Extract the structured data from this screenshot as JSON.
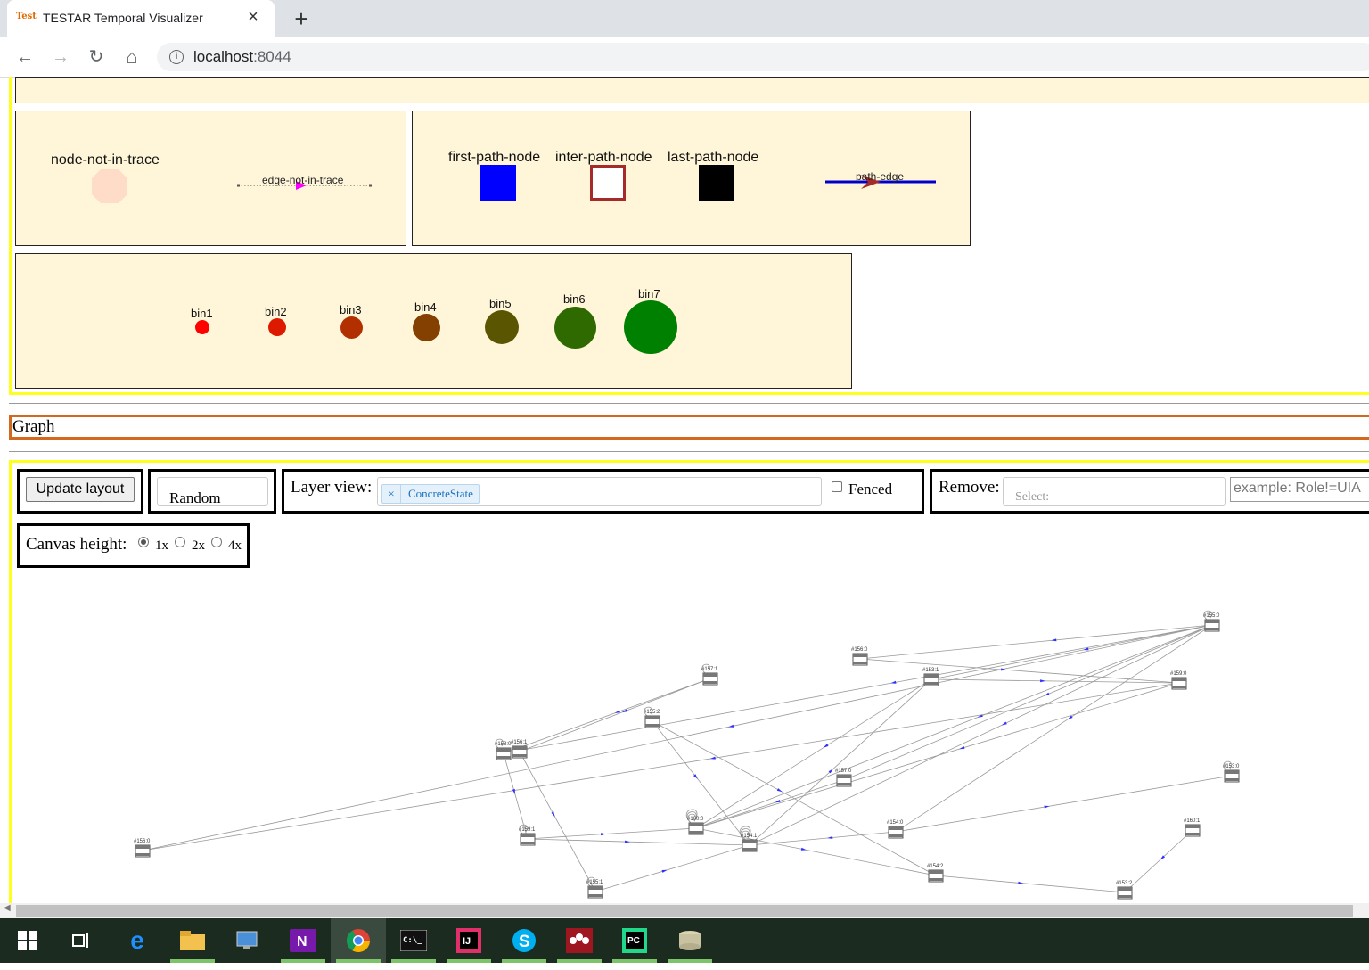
{
  "browser": {
    "tab_favicon": "Test",
    "tab_title": "TESTAR Temporal Visualizer",
    "tab_close": "×",
    "new_tab": "+",
    "back": "←",
    "forward": "→",
    "reload": "↻",
    "home": "⌂",
    "info": "i",
    "url_host": "localhost",
    "url_port": ":8044"
  },
  "legend": {
    "node_not_in_trace": "node-not-in-trace",
    "edge_not_in_trace": "edge-not-in-trace",
    "first_path_node": "first-path-node",
    "inter_path_node": "inter-path-node",
    "last_path_node": "last-path-node",
    "path_edge": "path-edge",
    "bins": [
      {
        "label": "bin1",
        "color": "#ff0000"
      },
      {
        "label": "bin2",
        "color": "#dd1a00"
      },
      {
        "label": "bin3",
        "color": "#b22f00"
      },
      {
        "label": "bin4",
        "color": "#844000"
      },
      {
        "label": "bin5",
        "color": "#5a5500"
      },
      {
        "label": "bin6",
        "color": "#2f6a00"
      },
      {
        "label": "bin7",
        "color": "#008000"
      }
    ]
  },
  "graph_header": "Graph",
  "controls": {
    "update_layout": "Update layout",
    "layout_value": "Random",
    "layer_view_label": "Layer view:",
    "layer_chip_remove": "×",
    "layer_chip": "ConcreteState",
    "fenced_label": "Fenced",
    "fenced_checked": false,
    "remove_label": "Remove:",
    "remove_placeholder": "Select:",
    "filter_placeholder": "example: Role!=UIA",
    "canvas_height_label": "Canvas height:",
    "canvas_options": [
      "1x",
      "2x",
      "4x"
    ],
    "canvas_selected": "1x"
  },
  "graph": {
    "node_labels": [
      "#155:0",
      "#156:0",
      "#157:1",
      "#153:1",
      "#159:0",
      "#155:2",
      "#158:0",
      "#156:1",
      "#157:0",
      "#153:0",
      "#156:0",
      "#159:1",
      "#160:0",
      "#154:1",
      "#154:0",
      "#160:1",
      "#154:2",
      "#155:1",
      "#153:2"
    ]
  },
  "taskbar": {
    "items": [
      "start-icon",
      "task-view-icon",
      "edge-icon",
      "file-explorer-icon",
      "remote-desktop-icon",
      "onenote-icon",
      "chrome-icon",
      "terminal-icon",
      "intellij-icon",
      "skype-icon",
      "mendeley-icon",
      "pycharm-icon",
      "database-icon"
    ]
  },
  "colors": {
    "legend_bg": "#fff6d9",
    "first_path_node": "#0000ff",
    "inter_path_node_border": "#a52a2a",
    "last_path_node": "#000000",
    "path_edge": "#0000cc",
    "node_not_in_trace": "#ffdcc8"
  }
}
